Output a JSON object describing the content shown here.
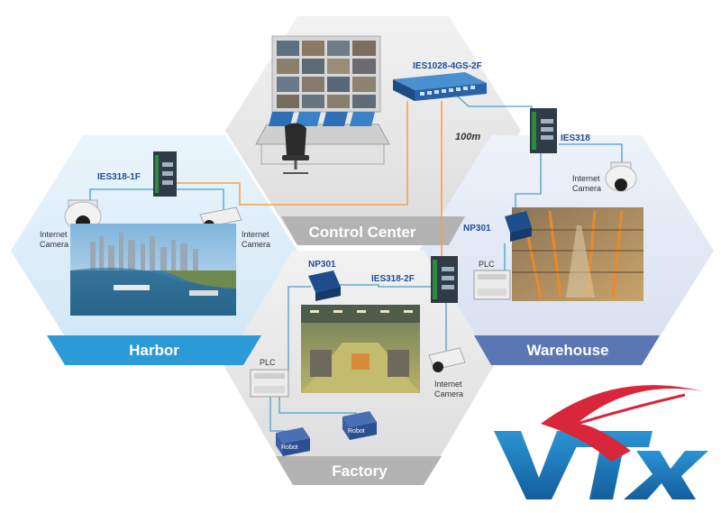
{
  "zones": {
    "control_center": "Control Center",
    "harbor": "Harbor",
    "warehouse": "Warehouse",
    "factory": "Factory"
  },
  "devices": {
    "core_switch": "IES1028-4GS-2F",
    "warehouse_switch": "IES318",
    "harbor_switch": "IES318-1F",
    "factory_switch": "IES318-2F",
    "warehouse_server": "NP301",
    "factory_server": "NP301"
  },
  "links": {
    "distance": "100m"
  },
  "cameras": {
    "harbor_left_line1": "Internet",
    "harbor_left_line2": "Camera",
    "harbor_right_line1": "Internet",
    "harbor_right_line2": "Camera",
    "warehouse_line1": "Internet",
    "warehouse_line2": "Camera",
    "factory_line1": "Internet",
    "factory_line2": "Camera"
  },
  "plc": {
    "warehouse": "PLC",
    "factory": "PLC"
  },
  "robots": {
    "robot_1": "Robot",
    "robot_2": "Robot"
  },
  "colors": {
    "harbor_banner": "#2b9ad6",
    "warehouse_banner": "#5a77b4",
    "zone_banner_gray": "#b3b3b3",
    "harbor_bg": "#d8ecf8",
    "warehouse_bg": "#dfe6f3",
    "control_bg": "#e4e4e4",
    "factory_bg": "#e4e4e4",
    "fiber": "#f2a24a",
    "copper": "#4aa0c8",
    "logo_blue": "#1e7fc4",
    "logo_red": "#d8263a"
  },
  "logo": "VTX"
}
